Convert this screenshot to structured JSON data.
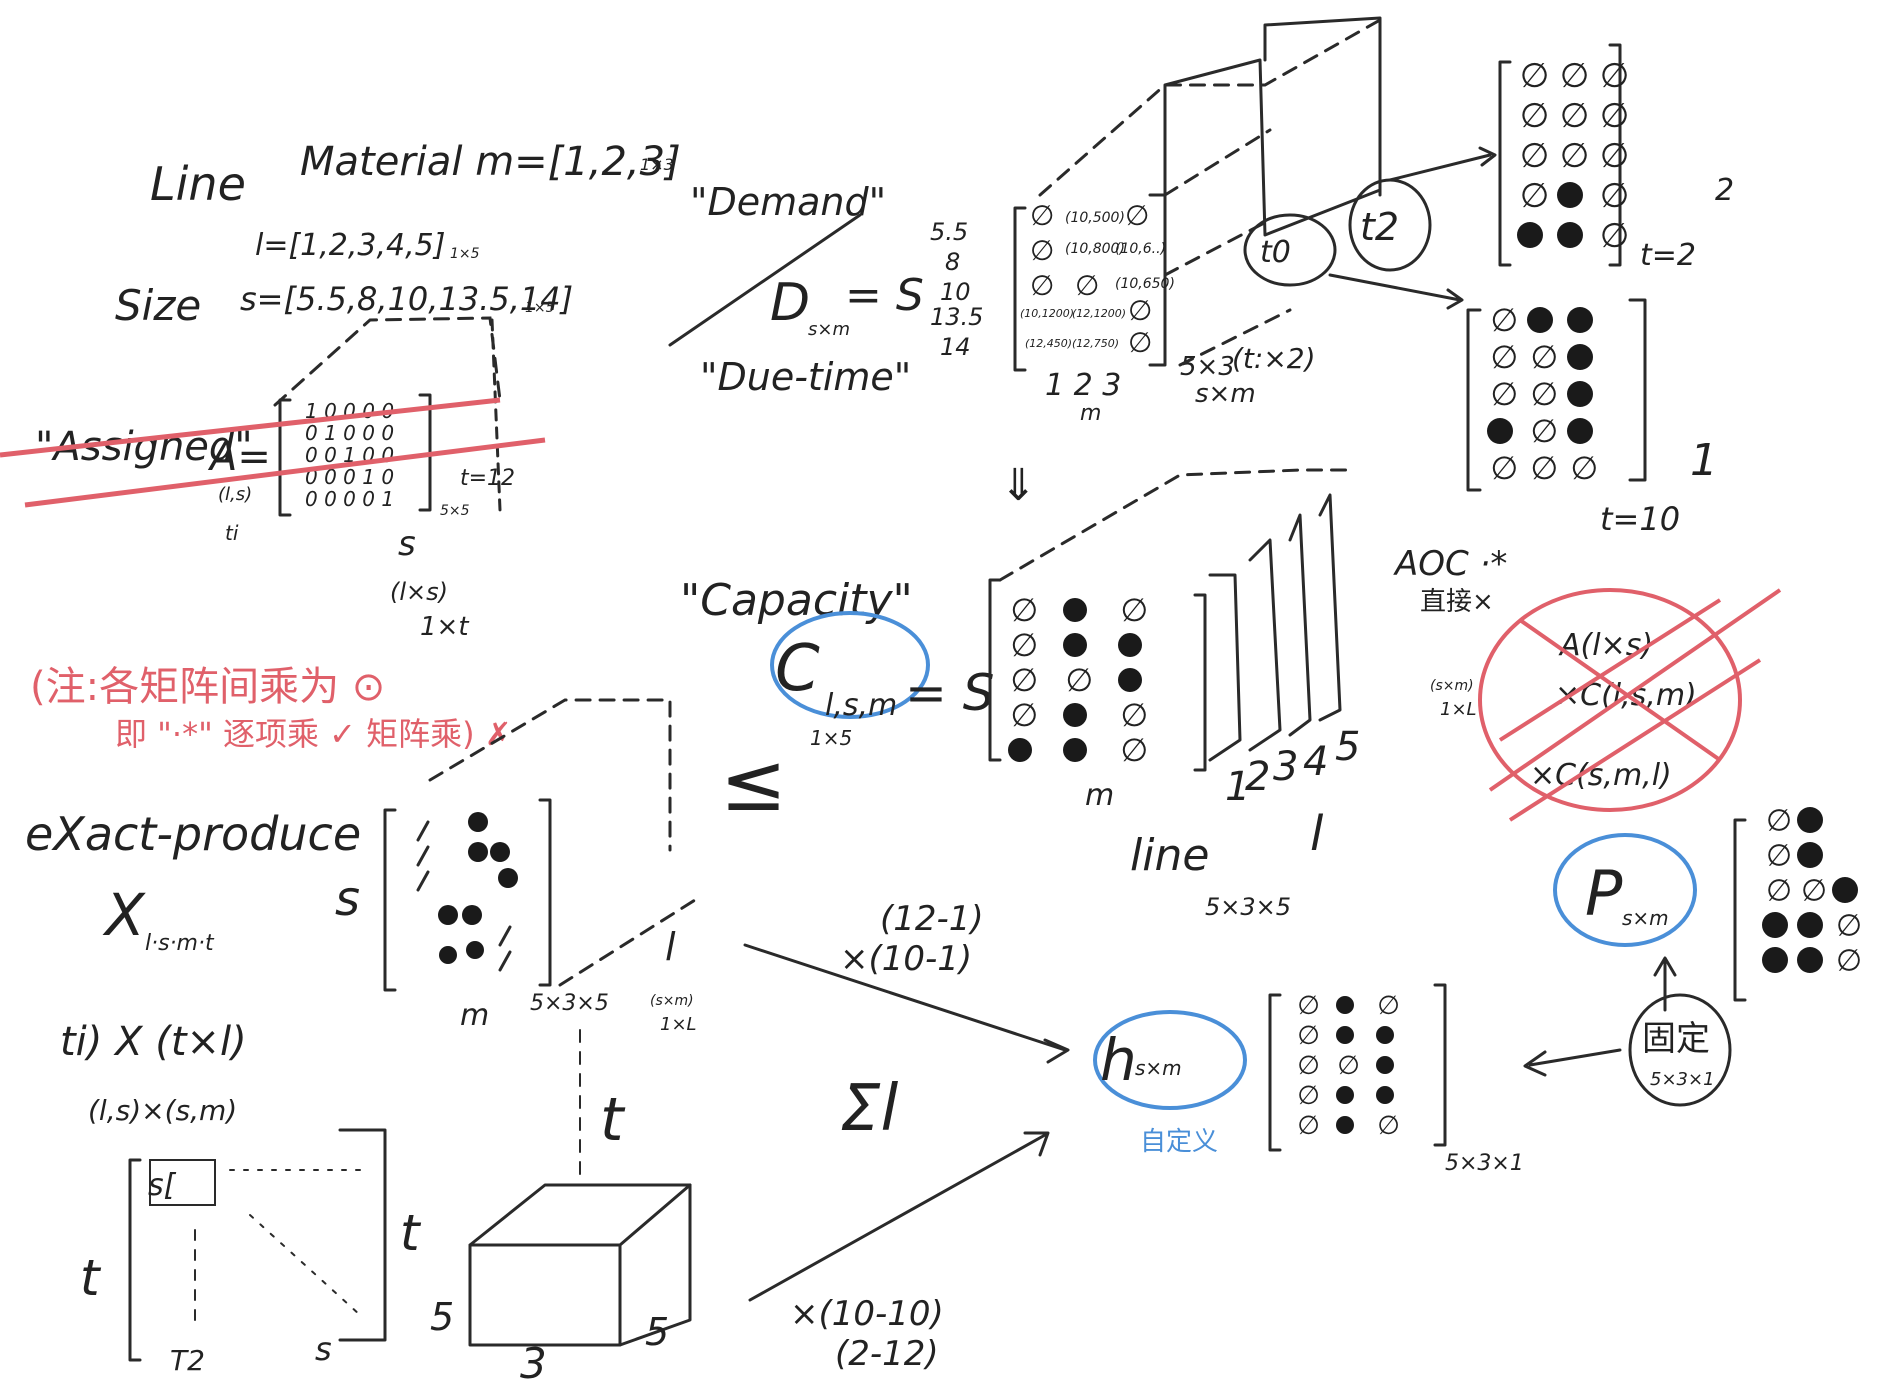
{
  "colors": {
    "ink": "#2a2a2a",
    "red": "#e0606a",
    "blue": "#4a8fd8",
    "paper": "#ffffff"
  },
  "labels": {
    "line_word": "Line",
    "material": "Material m=[1,2,3]",
    "material_dim": "1×3",
    "line_vec": "l=[1,2,3,4,5]",
    "line_vec_dim": "1×5",
    "size_word": "Size",
    "size_vec": "s=[5.5,8,10,13.5,14]",
    "size_dim": "1×5",
    "assigned": "\"Assigned\"",
    "a_eq": "A=",
    "a_rows": [
      "1 0 0 0 0",
      "0 1 0 0 0",
      "0 0 1 0 0",
      "0 0 0 1 0",
      "0 0 0 0 1"
    ],
    "a_lsize": "(l,s)",
    "a_ti": "ti",
    "a_t12": "t=12",
    "a_5x5": "5×5",
    "a_s": "s",
    "a_lxs": "(l×s)",
    "a_1xt": "1×t",
    "note_line1": "(注:各矩阵间乘为 ⊙",
    "note_line2": "即 \"·*\" 逐项乘 ✓  矩阵乘) ✗",
    "exact": "eXact-produce",
    "x_eq": "X",
    "x_sub": "l·s·m·t",
    "x_s": "s",
    "x_m": "m",
    "x_dim": "5×3×5",
    "x_l": "l",
    "x_sm": "(s×m)",
    "x_1xl": "1×L",
    "ti_line": "ti)  X (t×l)",
    "ti_sub": "(l,s)×(s,m)",
    "stack_s": "s[",
    "stack_t": "t",
    "stack_T2": "T2",
    "stack_s2": "s",
    "stack_t2": "t",
    "cube_t": "t",
    "cube_5": "5",
    "cube_3": "3",
    "cube_5b": "5",
    "demand": "\"Demand\"",
    "duetime": "\"Due-time\"",
    "d_eq": "D",
    "d_sub": "s×m",
    "d_s": "= S",
    "d_sizes": [
      "5.5",
      "8",
      "10",
      "13.5",
      "14"
    ],
    "d_cells": [
      [
        "∅",
        "(10,500)",
        "∅"
      ],
      [
        "∅",
        "(10,800)",
        "(10,6..)"
      ],
      [
        "∅",
        "∅",
        "(10,650)"
      ],
      [
        "(10,1200)",
        "(12,1200)",
        "∅"
      ],
      [
        "(12,450)",
        "(12,750)",
        "∅"
      ]
    ],
    "d_cols": "1 2 3",
    "d_m": "m",
    "d_dim": "5×3",
    "d_sxm": "s×m",
    "d_t": "(t:×2)",
    "big_t10": "t0",
    "big_t2": "t2",
    "t2_label": "t=2",
    "t10_label": "t=10",
    "two": "2",
    "one": "1",
    "arrow_down": "⇓",
    "capacity": "\"Capacity\"",
    "c_eq": "C",
    "c_sub": "l,s,m",
    "c_s": "= S",
    "c_1x5": "1×5",
    "c_m": "m",
    "c_line": "line",
    "c_dim": "5×3×5",
    "c_cols": [
      "1",
      "2",
      "3",
      "4",
      "5"
    ],
    "c_l": "l",
    "leq": "≤",
    "aoc": "AOC ·*",
    "aoc_cn": "直接×",
    "aoc_1": "A(l×s)",
    "aoc_2": "×C(l,s,m)",
    "aoc_3": "×C(s,m,l)",
    "aoc_sxm": "(s×m)",
    "aoc_1xl": "1×L",
    "p_eq": "P",
    "p_sub": "s×m",
    "p_fixed": "固定",
    "p_5x3": "5×3×1",
    "h_eq": "h",
    "h_sub": "s×m",
    "h_cn": "自定义",
    "h_dim": "5×3×1",
    "sum": "Σl",
    "x_mult1a": "(12-1)",
    "x_mult1b": "×(10-1)",
    "x_mult2a": "×(10-10)",
    "x_mult2b": "(2-12)"
  }
}
